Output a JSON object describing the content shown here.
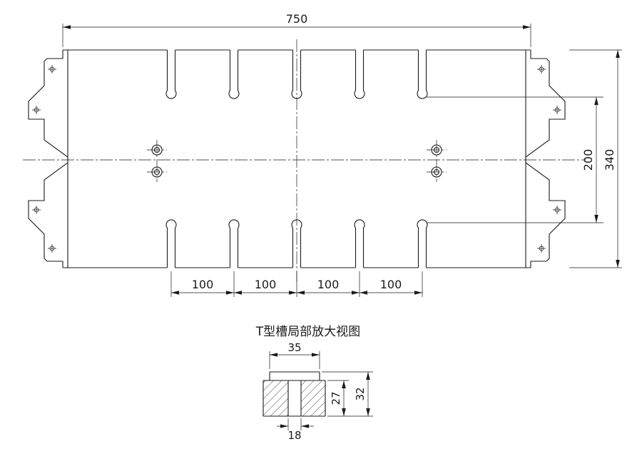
{
  "drawing": {
    "background": "#ffffff",
    "line_color": "#1a1a1a",
    "main_view": {
      "dims": {
        "width": "750",
        "height": "340",
        "slot_row_spacing": "200",
        "pitch1": "100",
        "pitch2": "100",
        "pitch3": "100",
        "pitch4": "100"
      }
    },
    "detail_view": {
      "title": "T型槽局部放大视图",
      "dims": {
        "top_width": "35",
        "slot_width": "18",
        "depth_inner": "27",
        "depth_total": "32"
      }
    }
  }
}
